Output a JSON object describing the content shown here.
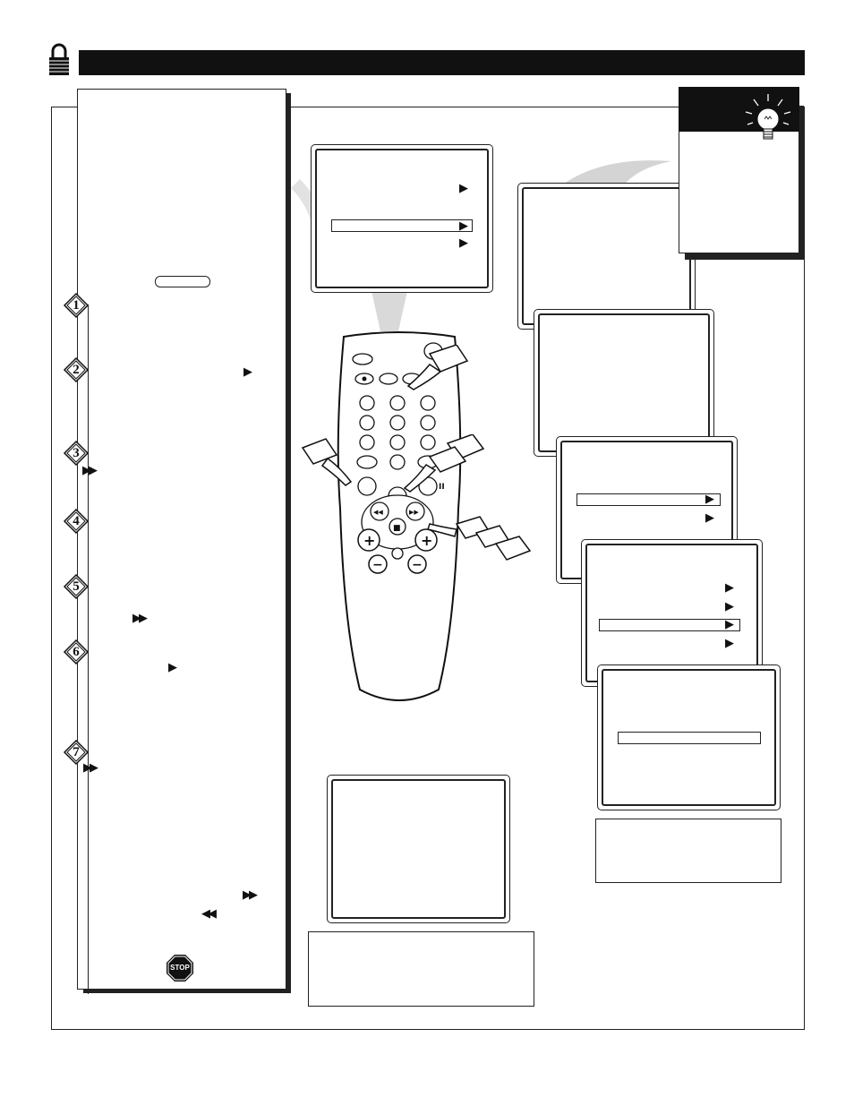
{
  "page": {
    "header": {
      "title": ""
    },
    "lock_icon": "padlock-icon",
    "tip_icon": "lightbulb-icon"
  },
  "instructions": {
    "steps": [
      {
        "number": "1"
      },
      {
        "number": "2"
      },
      {
        "number": "3"
      },
      {
        "number": "4"
      },
      {
        "number": "5"
      },
      {
        "number": "6"
      },
      {
        "number": "7"
      }
    ],
    "symbols": {
      "play_arrow": "▶",
      "fast_forward": "▶▶",
      "rewind": "◀◀",
      "stop_sign": "STOP"
    }
  },
  "menu_screens": {
    "arrow": "▶"
  },
  "remote": {
    "pause_label": "II",
    "play_label": "▶",
    "stop_label": "■",
    "rew_label": "◀◀",
    "ff_label": "▶▶",
    "plus": "+",
    "minus": "−"
  },
  "colors": {
    "ink": "#111111",
    "remote_body": "#ffffff",
    "beam": "#d9d9d9",
    "swoosh": "#d4d4d4"
  }
}
